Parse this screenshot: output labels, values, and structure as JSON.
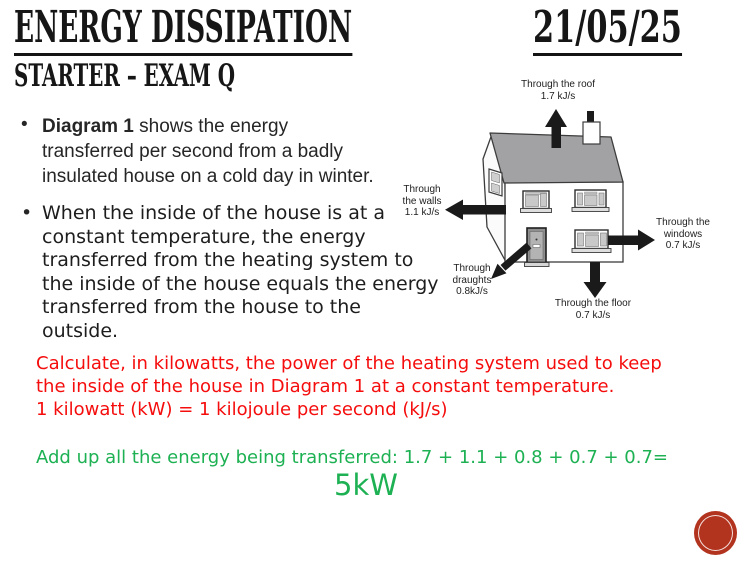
{
  "header": {
    "title": "ENERGY DISSIPATION",
    "subtitle": "STARTER – EXAM Q",
    "date": "21/05/25"
  },
  "bullets": {
    "marker": "•",
    "item1": {
      "lead": "Diagram 1",
      "text": " shows the energy\ntransferred per second from a badly\ninsulated house on a cold day in winter."
    },
    "item2": "When the inside of the house is at a\nconstant temperature, the energy\ntransferred from the heating system to\nthe inside of the house equals the energy\ntransferred from the house to the\noutside."
  },
  "diagram": {
    "labels": {
      "roof": "Through the roof\n1.7 kJ/s",
      "walls": "Through\nthe walls\n1.1 kJ/s",
      "windows": "Through the\nwindows\n0.7 kJ/s",
      "draughts": "Through\ndraughts\n0.8kJ/s",
      "floor": "Through the floor\n0.7 kJ/s"
    },
    "values_kj_per_s": {
      "roof": 1.7,
      "walls": 1.1,
      "windows": 0.7,
      "draughts": 0.8,
      "floor": 0.7
    }
  },
  "question": {
    "text": "Calculate, in kilowatts, the power of the heating system used to keep\nthe inside of the house in Diagram 1 at a constant temperature.\n1 kilowatt (kW) = 1 kilojoule per second (kJ/s)",
    "color": "#f50d0d"
  },
  "answer": {
    "working": "Add up all the energy being transferred: 1.7 + 1.1 + 0.8 + 0.7 + 0.7=",
    "result": "5kW",
    "color": "#1db153"
  },
  "decoration": {
    "badge_color": "#b2331e"
  }
}
